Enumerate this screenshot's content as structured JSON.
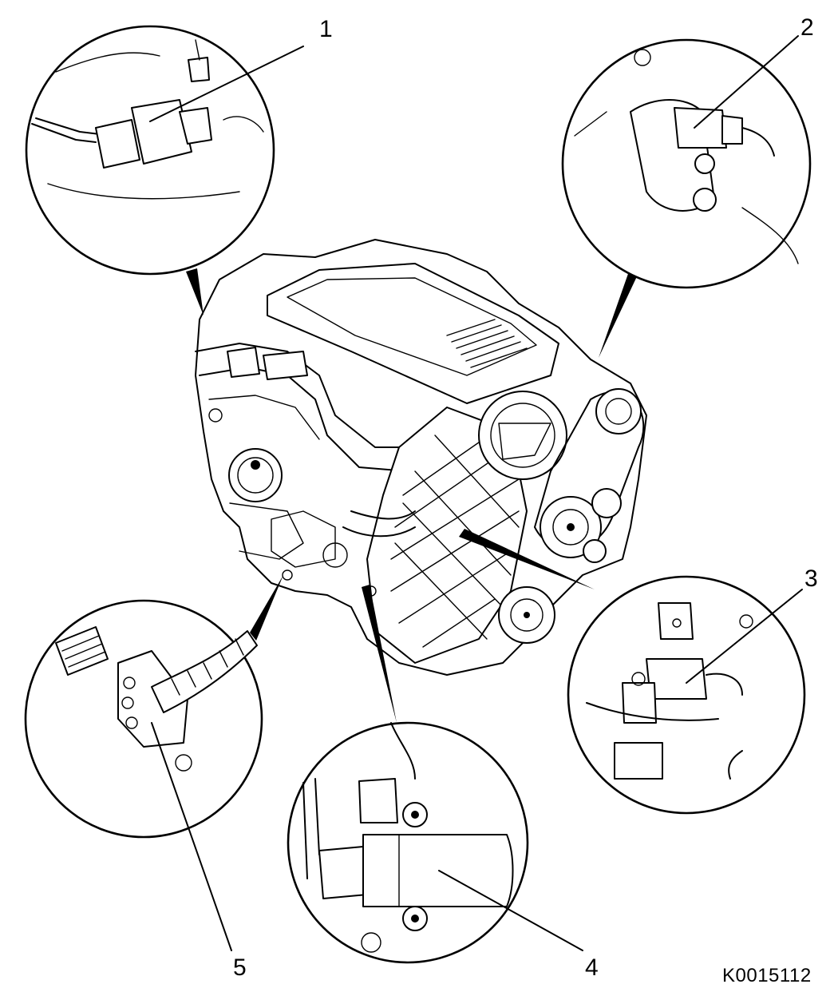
{
  "figure": {
    "code": "K0015112"
  },
  "callouts": [
    {
      "id": "1",
      "label": "1"
    },
    {
      "id": "2",
      "label": "2"
    },
    {
      "id": "3",
      "label": "3"
    },
    {
      "id": "4",
      "label": "4"
    },
    {
      "id": "5",
      "label": "5"
    }
  ],
  "components": [
    {
      "id": "engine",
      "icon": "engine-block-icon"
    },
    {
      "id": "detail-1",
      "icon": "sensor-connector-icon"
    },
    {
      "id": "detail-2",
      "icon": "sensor-connector-icon"
    },
    {
      "id": "detail-3",
      "icon": "sensor-connector-icon"
    },
    {
      "id": "detail-4",
      "icon": "valve-actuator-icon"
    },
    {
      "id": "detail-5",
      "icon": "sensor-connector-icon"
    }
  ]
}
